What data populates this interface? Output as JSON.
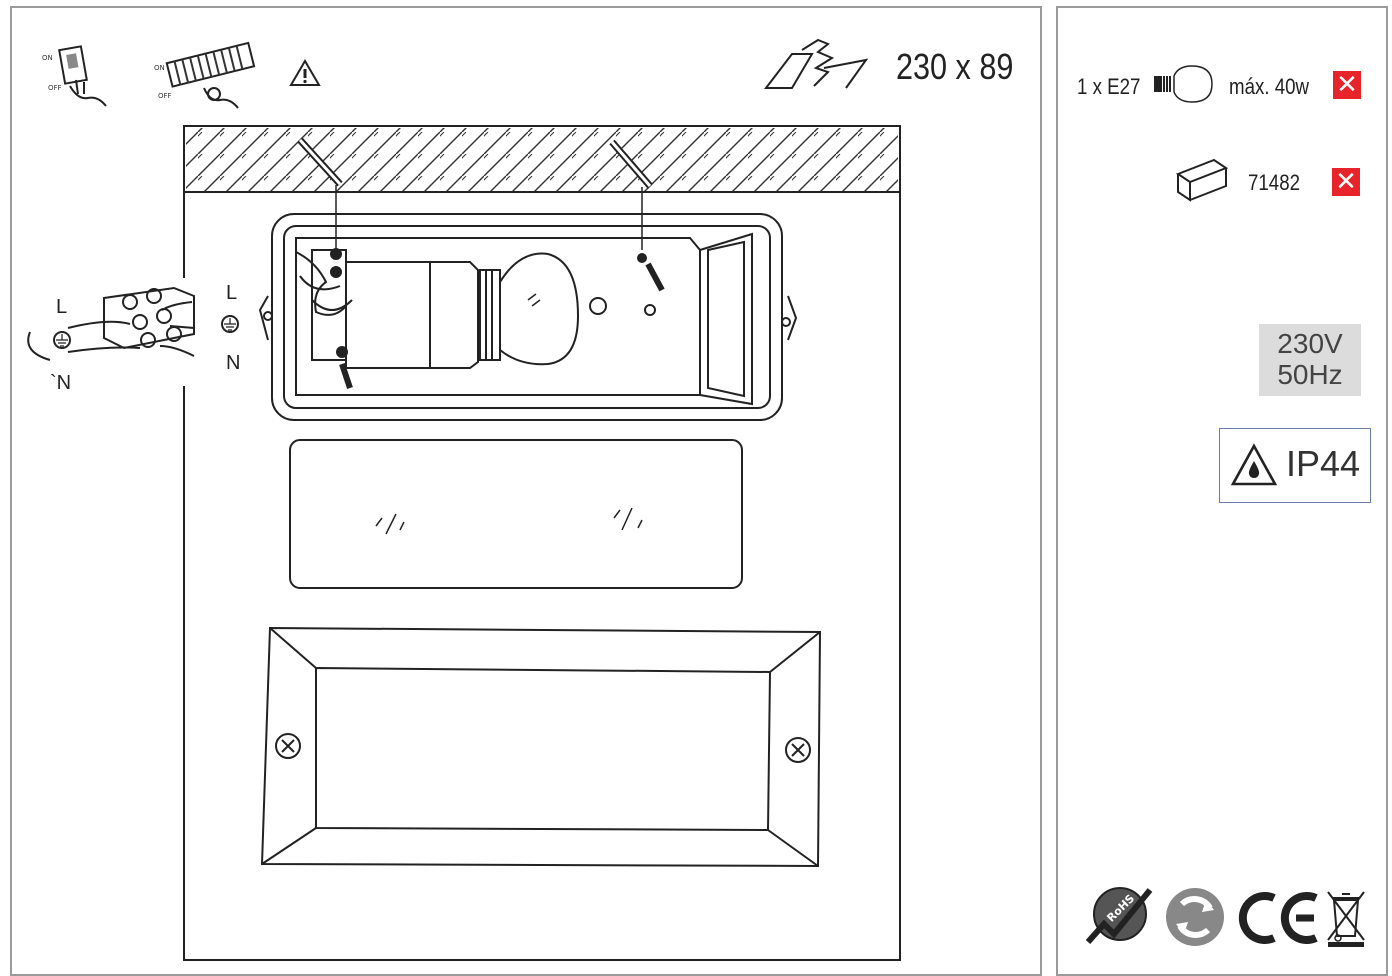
{
  "dimensions": "230 x 89",
  "bulb": {
    "qty_socket": "1 x E27",
    "max_watt": "máx. 40w",
    "included": false
  },
  "article": {
    "code": "71482",
    "included": false
  },
  "power": {
    "voltage": "230V",
    "frequency": "50Hz"
  },
  "protection": {
    "rating": "IP44"
  },
  "wiring": {
    "live_left": "L",
    "live_right": "L",
    "neutral_left": "`N",
    "neutral_right": "N"
  },
  "icons": [
    "switch-off-icon",
    "terminal-block-icon",
    "warning-icon",
    "wall-mount-icon",
    "bulb-icon",
    "box-icon",
    "red-x-icon",
    "rohs-icon",
    "recycle-icon",
    "ce-mark-icon",
    "weee-bin-icon"
  ],
  "colors": {
    "cross": "#e8242b",
    "voltage_bg": "#dcdcdc",
    "ip_border": "#6b7fa6"
  }
}
